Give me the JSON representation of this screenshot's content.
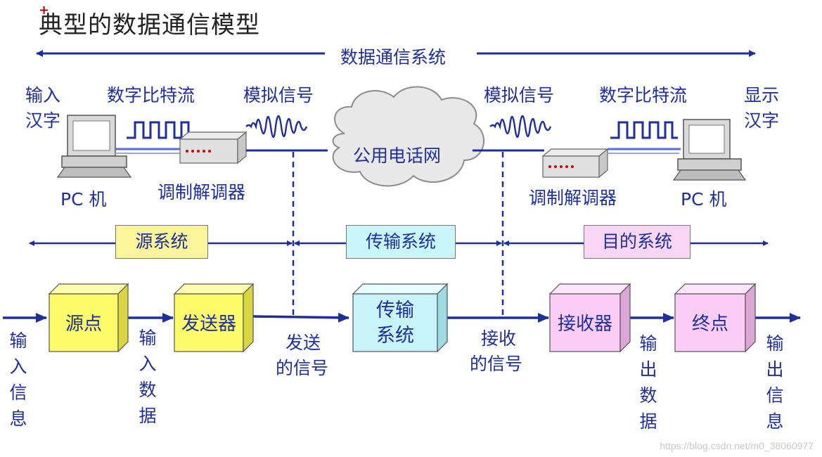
{
  "title": "典型的数据通信模型",
  "system_label": "数据通信系统",
  "top_diagram": {
    "left_input": [
      "输入",
      "汉字"
    ],
    "right_output": [
      "显示",
      "汉字"
    ],
    "left_bitstream": "数字比特流",
    "right_bitstream": "数字比特流",
    "left_analog": "模拟信号",
    "right_analog": "模拟信号",
    "left_pc": "PC 机",
    "right_pc": "PC 机",
    "left_modem": "调制解调器",
    "right_modem": "调制解调器",
    "network": "公用电话网"
  },
  "subsystems": {
    "source": "源系统",
    "transmission": "传输系统",
    "destination": "目的系统",
    "colors": {
      "source": "#fdf59a",
      "transmission": "#c9f6fb",
      "destination": "#fad6f5"
    }
  },
  "blocks": {
    "source_point": "源点",
    "transmitter": "发送器",
    "transmission_system": [
      "传输",
      "系统"
    ],
    "receiver": "接收器",
    "destination_point": "终点",
    "colors": {
      "yellow": "#fdfb6a",
      "cyan": "#c8f4f9",
      "pink": "#fbcdf6"
    }
  },
  "flow_labels": {
    "input_info": [
      "输",
      "入",
      "信",
      "息"
    ],
    "input_data": [
      "输",
      "入",
      "数",
      "据"
    ],
    "sent_signal": [
      "发送",
      "的信号"
    ],
    "received_signal": [
      "接收",
      "的信号"
    ],
    "output_data": [
      "输",
      "出",
      "数",
      "据"
    ],
    "output_info": [
      "输",
      "出",
      "信",
      "息"
    ]
  },
  "watermark": "https://blog.csdn.net/m0_38060977",
  "accent_color": "#1f2f99"
}
